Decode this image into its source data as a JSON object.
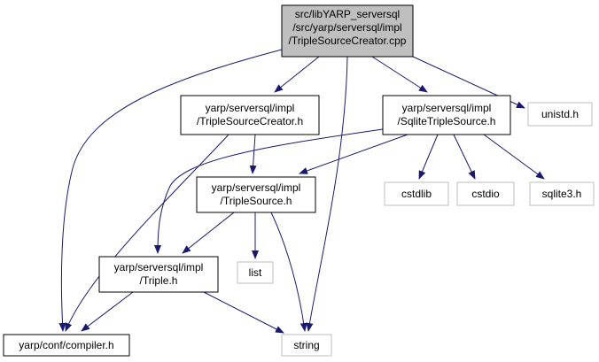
{
  "diagram": {
    "colors": {
      "edge": "#191970",
      "root_fill": "#bfbfbf",
      "node_border": "#000000",
      "system_border": "#bfbfbf",
      "background": "#ffffff"
    },
    "nodes": {
      "root": {
        "lines": [
          "src/libYARP_serversql",
          "/src/yarp/serversql/impl",
          "/TripleSourceCreator.cpp"
        ]
      },
      "tsc_h": {
        "lines": [
          "yarp/serversql/impl",
          "/TripleSourceCreator.h"
        ]
      },
      "sqlite_h": {
        "lines": [
          "yarp/serversql/impl",
          "/SqliteTripleSource.h"
        ]
      },
      "unistd": {
        "lines": [
          "unistd.h"
        ]
      },
      "ts_h": {
        "lines": [
          "yarp/serversql/impl",
          "/TripleSource.h"
        ]
      },
      "cstdlib": {
        "lines": [
          "cstdlib"
        ]
      },
      "cstdio": {
        "lines": [
          "cstdio"
        ]
      },
      "sqlite3": {
        "lines": [
          "sqlite3.h"
        ]
      },
      "list": {
        "lines": [
          "list"
        ]
      },
      "triple_h": {
        "lines": [
          "yarp/serversql/impl",
          "/Triple.h"
        ]
      },
      "compiler": {
        "lines": [
          "yarp/conf/compiler.h"
        ]
      },
      "string": {
        "lines": [
          "string"
        ]
      }
    }
  }
}
